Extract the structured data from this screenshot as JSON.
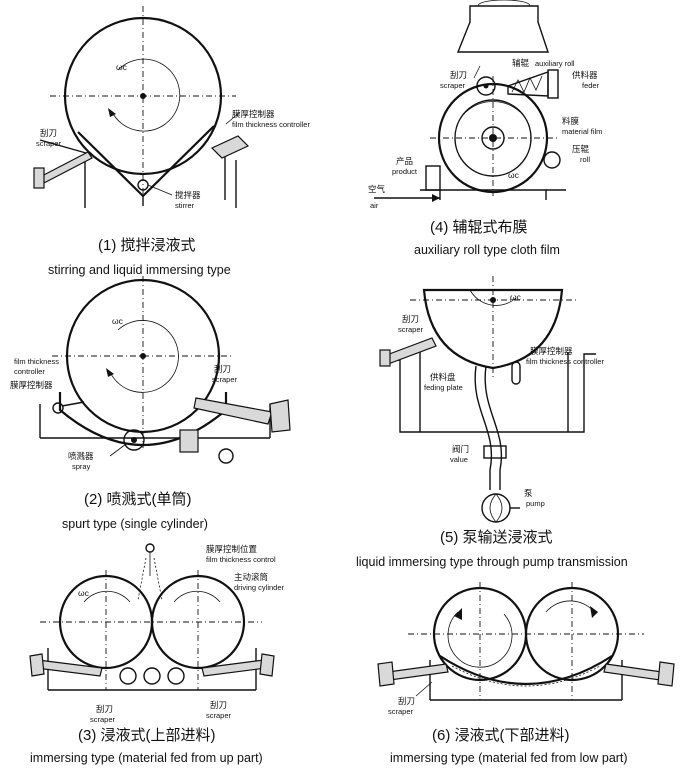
{
  "panels": [
    {
      "id": "p1",
      "caption_cn": "(1) 搅拌浸液式",
      "caption_en": "stirring and liquid immersing type",
      "labels": {
        "wc": "ωc",
        "scraper_cn": "刮刀",
        "scraper_en": "scraper",
        "ftc_cn": "膜厚控制器",
        "ftc_en": "film thickness controller",
        "stirrer_cn": "搅拌器",
        "stirrer_en": "stirrer"
      }
    },
    {
      "id": "p4",
      "caption_cn": "(4) 辅辊式布膜",
      "caption_en": "auxiliary roll type cloth film",
      "labels": {
        "aux_cn": "辅辊",
        "aux_en": "auxiliary roll",
        "scraper_cn": "刮刀",
        "scraper_en": "scraper",
        "feeder_cn": "供料器",
        "feeder_en": "feder",
        "mfilm_cn": "料膜",
        "mfilm_en": "material film",
        "product_cn": "产品",
        "product_en": "product",
        "wc": "ωc",
        "roll_cn": "压辊",
        "roll_en": "roll",
        "air_cn": "空气",
        "air_en": "air"
      }
    },
    {
      "id": "p2",
      "caption_cn": "(2) 喷溅式(单筒)",
      "caption_en": "spurt type (single cylinder)",
      "labels": {
        "wc": "ωc",
        "ftc_en1": "film thickness",
        "ftc_en2": "controller",
        "ftc_cn": "膜厚控制器",
        "scraper_cn": "刮刀",
        "scraper_en": "scraper",
        "spray_cn": "喷溅器",
        "spray_en": "spray"
      }
    },
    {
      "id": "p5",
      "caption_cn": "(5) 泵输送浸液式",
      "caption_en": "liquid immersing type through pump transmission",
      "labels": {
        "wc": "ωc",
        "scraper_cn": "刮刀",
        "scraper_en": "scraper",
        "ftc_cn": "膜厚控制器",
        "ftc_en": "film thickness controller",
        "plate_cn": "供料盘",
        "plate_en": "feding plate",
        "valve_cn": "阀门",
        "valve_en": "value",
        "pump_cn": "泵",
        "pump_en": "pump"
      }
    },
    {
      "id": "p3",
      "caption_cn": "(3) 浸液式(上部进料)",
      "caption_en": "immersing type (material fed from up part)",
      "labels": {
        "ftc_cn": "膜厚控制位置",
        "ftc_en": "film thickness control",
        "drive_cn": "主动滚筒",
        "drive_en": "driving cylinder",
        "wc": "ωc",
        "scraperL_cn": "刮刀",
        "scraperL_en": "scraper",
        "scraperR_cn": "刮刀",
        "scraperR_en": "scraper"
      }
    },
    {
      "id": "p6",
      "caption_cn": "(6) 浸液式(下部进料)",
      "caption_en": "immersing type (material fed from low part)",
      "labels": {
        "scraper_cn": "刮刀",
        "scraper_en": "scraper"
      }
    }
  ]
}
